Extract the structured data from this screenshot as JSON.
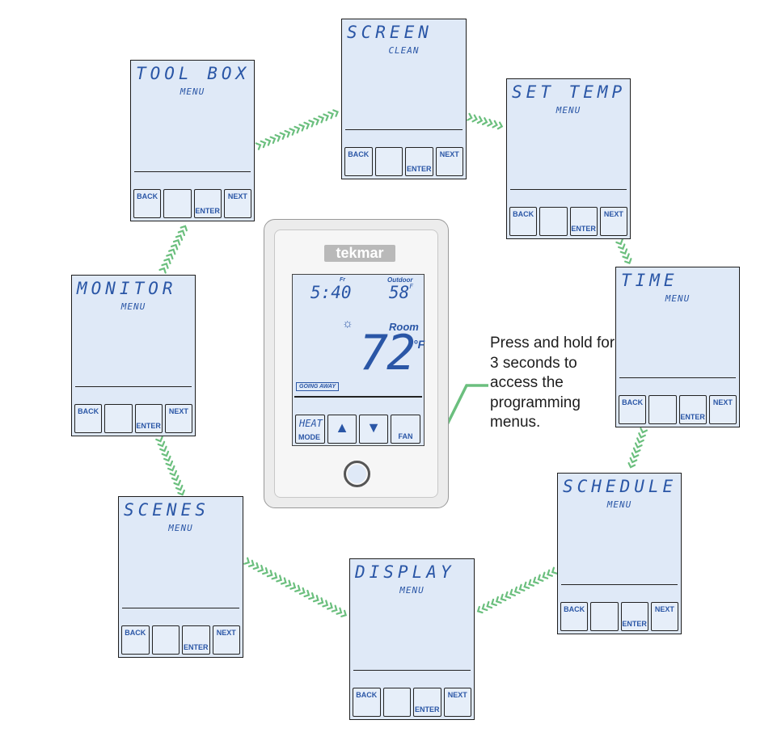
{
  "menus": {
    "screen": {
      "title": "SCREEN",
      "subtitle": "CLEAN"
    },
    "set_temp": {
      "title": "SET TEMP",
      "subtitle": "MENU"
    },
    "time": {
      "title": "TIME",
      "subtitle": "MENU"
    },
    "schedule": {
      "title": "SCHEDULE",
      "subtitle": "MENU"
    },
    "display": {
      "title": "DISPLAY",
      "subtitle": "MENU"
    },
    "scenes": {
      "title": "SCENES",
      "subtitle": "MENU"
    },
    "monitor": {
      "title": "MONITOR",
      "subtitle": "MENU"
    },
    "tool_box": {
      "title": "TOOL BOX",
      "subtitle": "MENU"
    }
  },
  "menu_buttons": {
    "back": "BACK",
    "enter": "ENTER",
    "next": "NEXT"
  },
  "thermostat": {
    "brand": "tekmar",
    "time": "5:40",
    "day": "Fr",
    "outdoor_label": "Outdoor",
    "outdoor_temp": "58",
    "outdoor_unit": "F",
    "room_label": "Room",
    "room_temp": "72",
    "room_unit": "°F",
    "going_away": "GOING AWAY",
    "heat_line1": "HEAT",
    "heat_line2": "MODE",
    "fan": "FAN",
    "sun_icon": "☼",
    "up_icon": "▲",
    "down_icon": "▼"
  },
  "caption": "Press and hold for 3 seconds to access the programming menus.",
  "colors": {
    "lcd": "#dfe9f7",
    "lcd_text": "#2a56a6",
    "arrow": "#6bbf7e"
  }
}
